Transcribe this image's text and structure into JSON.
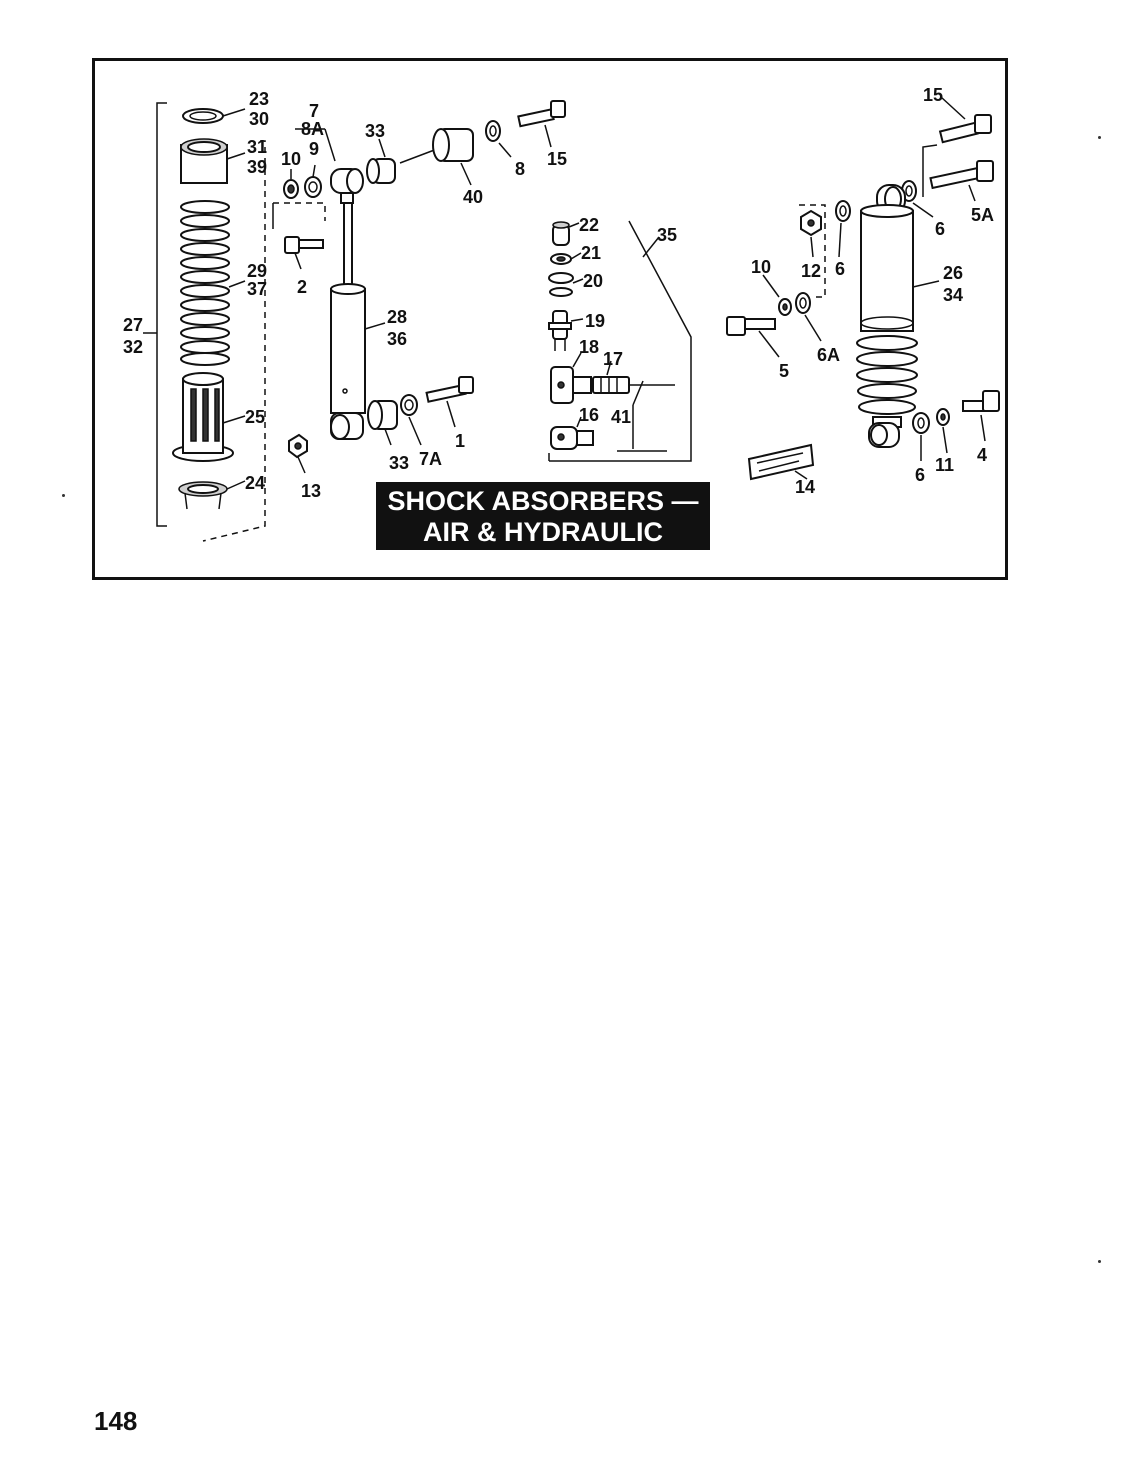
{
  "title": {
    "line1": "SHOCK ABSORBERS —",
    "line2": "AIR & HYDRAULIC"
  },
  "page_number": "148",
  "callouts": [
    {
      "id": "c23",
      "text": "23"
    },
    {
      "id": "c30",
      "text": "30"
    },
    {
      "id": "c31",
      "text": "31"
    },
    {
      "id": "c39",
      "text": "39"
    },
    {
      "id": "c29",
      "text": "29"
    },
    {
      "id": "c37",
      "text": "37"
    },
    {
      "id": "c27",
      "text": "27"
    },
    {
      "id": "c32",
      "text": "32"
    },
    {
      "id": "c25",
      "text": "25"
    },
    {
      "id": "c24",
      "text": "24"
    },
    {
      "id": "c7",
      "text": "7"
    },
    {
      "id": "c8A",
      "text": "8A"
    },
    {
      "id": "c10a",
      "text": "10"
    },
    {
      "id": "c9",
      "text": "9"
    },
    {
      "id": "c2",
      "text": "2"
    },
    {
      "id": "c28",
      "text": "28"
    },
    {
      "id": "c36",
      "text": "36"
    },
    {
      "id": "c13",
      "text": "13"
    },
    {
      "id": "c33a",
      "text": "33"
    },
    {
      "id": "c33b",
      "text": "33"
    },
    {
      "id": "c7A",
      "text": "7A"
    },
    {
      "id": "c1",
      "text": "1"
    },
    {
      "id": "c40",
      "text": "40"
    },
    {
      "id": "c8",
      "text": "8"
    },
    {
      "id": "c15a",
      "text": "15"
    },
    {
      "id": "c22",
      "text": "22"
    },
    {
      "id": "c35",
      "text": "35"
    },
    {
      "id": "c21",
      "text": "21"
    },
    {
      "id": "c20",
      "text": "20"
    },
    {
      "id": "c19",
      "text": "19"
    },
    {
      "id": "c18",
      "text": "18"
    },
    {
      "id": "c17",
      "text": "17"
    },
    {
      "id": "c16",
      "text": "16"
    },
    {
      "id": "c41",
      "text": "41"
    },
    {
      "id": "c15b",
      "text": "15"
    },
    {
      "id": "c5A",
      "text": "5A"
    },
    {
      "id": "c6a",
      "text": "6"
    },
    {
      "id": "c10b",
      "text": "10"
    },
    {
      "id": "c12",
      "text": "12"
    },
    {
      "id": "c6b",
      "text": "6"
    },
    {
      "id": "c26",
      "text": "26"
    },
    {
      "id": "c34",
      "text": "34"
    },
    {
      "id": "c5",
      "text": "5"
    },
    {
      "id": "c6A",
      "text": "6A"
    },
    {
      "id": "c14",
      "text": "14"
    },
    {
      "id": "c6c",
      "text": "6"
    },
    {
      "id": "c11",
      "text": "11"
    },
    {
      "id": "c4",
      "text": "4"
    }
  ]
}
